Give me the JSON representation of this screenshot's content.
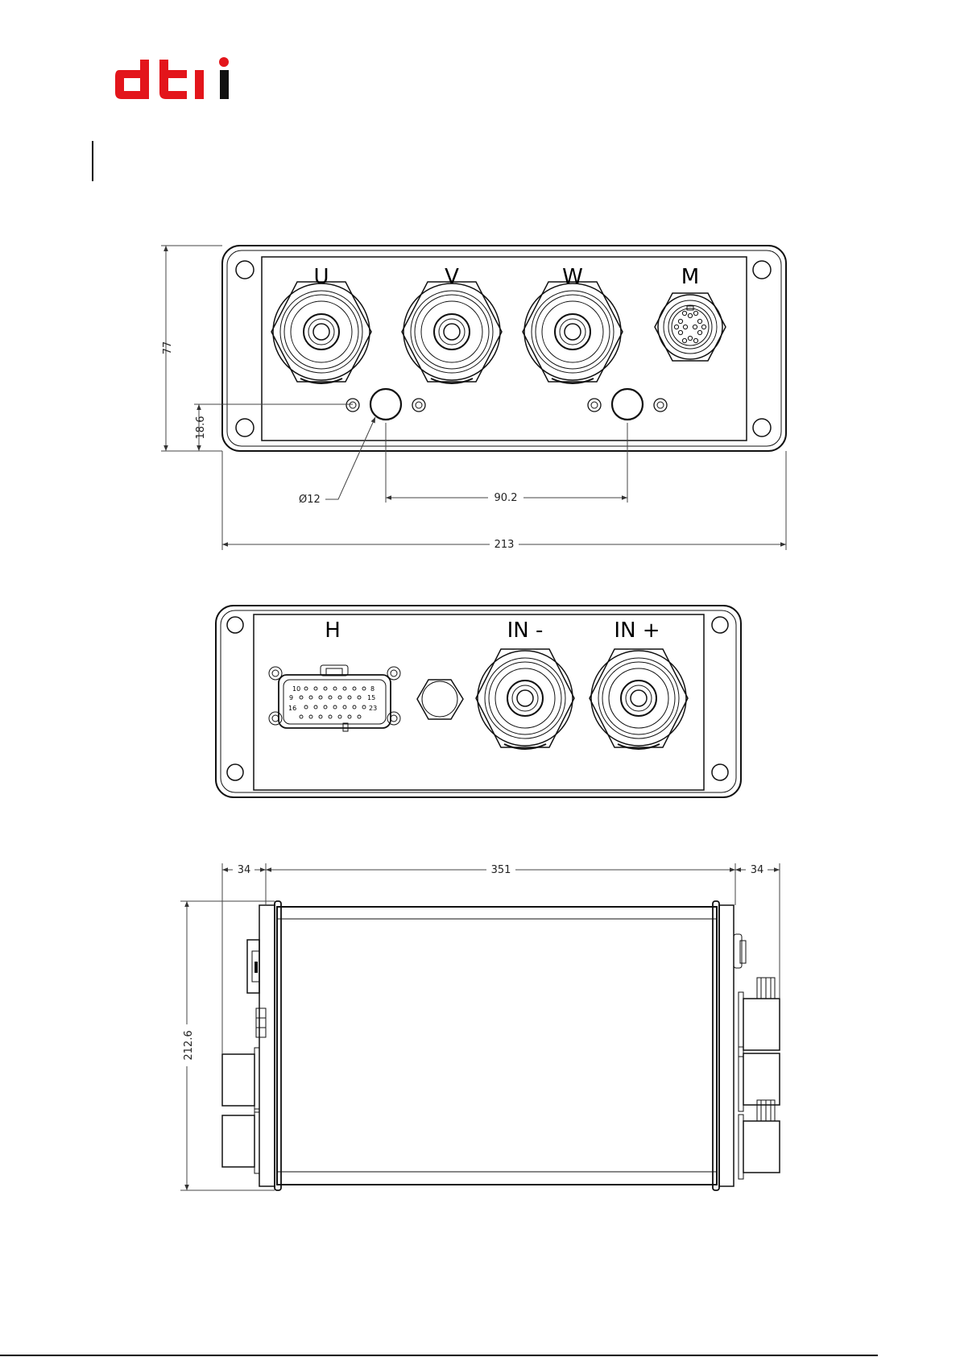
{
  "logo": {
    "text": "dti",
    "main_color": "#e3151b",
    "i_color": "#111111"
  },
  "front_view": {
    "labels": {
      "u": "U",
      "v": "V",
      "w": "W",
      "m": "M"
    },
    "dims": {
      "height": "77",
      "offset": "18.6",
      "hole": "Ø12",
      "spacing": "90.2",
      "width": "213"
    }
  },
  "rear_view": {
    "labels": {
      "h": "H",
      "in_minus": "IN -",
      "in_plus": "IN +"
    },
    "pins": {
      "p10": "10",
      "p8": "8",
      "p9": "9",
      "p15": "15",
      "p16": "16",
      "p23": "23"
    }
  },
  "top_view": {
    "dims": {
      "left": "34",
      "length": "351",
      "right": "34",
      "height": "212.6"
    }
  }
}
